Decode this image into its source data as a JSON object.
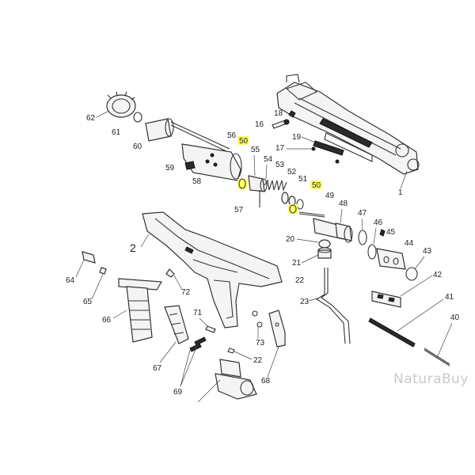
{
  "callouts": {
    "c1": "1",
    "c2": "2",
    "c16": "16",
    "c17": "17",
    "c18": "18",
    "c19": "19",
    "c20": "20",
    "c21": "21",
    "c22a": "22",
    "c22b": "22",
    "c23": "23",
    "c40": "40",
    "c41": "41",
    "c42": "42",
    "c43": "43",
    "c44": "44",
    "c45": "45",
    "c46": "46",
    "c47": "47",
    "c48": "48",
    "c49": "49",
    "c50a": "50",
    "c50b": "50",
    "c51": "51",
    "c52": "52",
    "c53": "53",
    "c54": "54",
    "c55": "55",
    "c56": "56",
    "c57": "57",
    "c58": "58",
    "c59": "59",
    "c60": "60",
    "c61": "61",
    "c62": "62",
    "c64": "64",
    "c65": "65",
    "c66": "66",
    "c67": "67",
    "c68": "68",
    "c69": "69",
    "c71": "71",
    "c72": "72",
    "c73": "73"
  },
  "watermark": "NaturaBuy",
  "highlight_color": "#ffff66"
}
